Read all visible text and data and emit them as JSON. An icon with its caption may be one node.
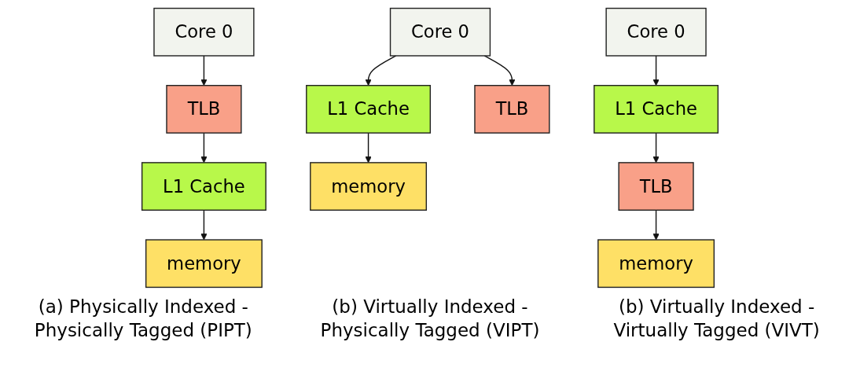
{
  "diagram": {
    "nodes": [
      {
        "text": [
          "Core 0"
        ]
      },
      {
        "text": [
          "TLB"
        ]
      },
      {
        "text": [
          "L1 Cache"
        ]
      },
      {
        "text": [
          "memory"
        ]
      },
      {
        "text": [
          "Core 0"
        ]
      },
      {
        "text": [
          "L1 Cache"
        ]
      },
      {
        "text": [
          "TLB"
        ]
      },
      {
        "text": [
          "memory"
        ]
      },
      {
        "text": [
          "Core 0"
        ]
      },
      {
        "text": [
          "L1 Cache"
        ]
      },
      {
        "text": [
          "TLB"
        ]
      },
      {
        "text": [
          "memory"
        ]
      }
    ],
    "edges": [
      {
        "from": 0,
        "to": 1,
        "arrow": "to"
      },
      {
        "from": 1,
        "to": 2,
        "arrow": "to"
      },
      {
        "from": 2,
        "to": 3,
        "arrow": "to"
      },
      {
        "from": 4,
        "to": 5,
        "arrow": "to"
      },
      {
        "from": 4,
        "to": 6,
        "arrow": "to"
      },
      {
        "from": 5,
        "to": 7,
        "arrow": "to"
      },
      {
        "from": 8,
        "to": 9,
        "arrow": "to"
      },
      {
        "from": 9,
        "to": 10,
        "arrow": "to"
      },
      {
        "from": 10,
        "to": 11,
        "arrow": "to"
      }
    ],
    "labels": [
      "(a) Physically Indexed - Physically Tagged (PIPT)",
      "(b) Virtually Indexed - Physically Tagged (VIPT)",
      "(b) Virtually Indexed - Virtually Tagged (VIVT)"
    ]
  }
}
